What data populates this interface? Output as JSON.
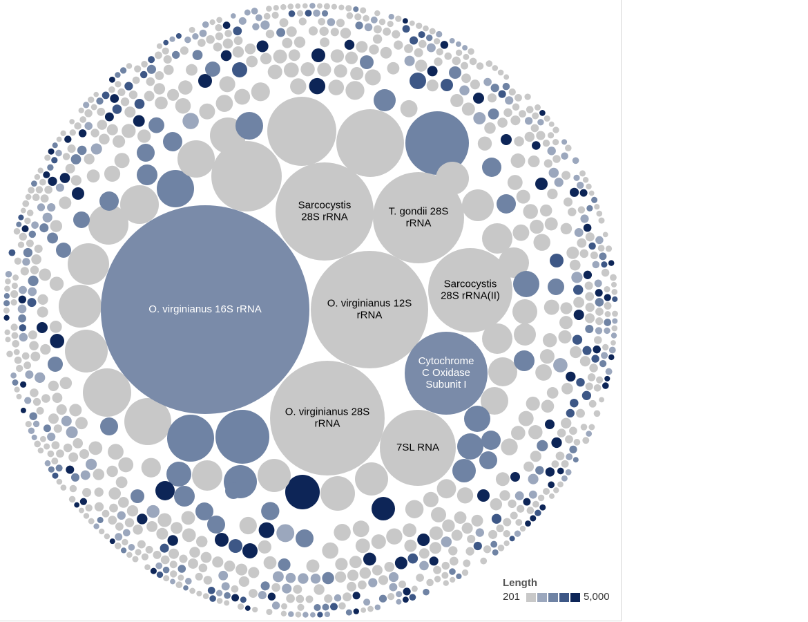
{
  "chart_data": {
    "type": "bubble",
    "legend": {
      "title": "Length",
      "min_label": "201",
      "max_label": "5,000",
      "placement": "bottom-right",
      "swatch_colors": [
        "#c8c8c8",
        "#9ba7bd",
        "#6f83a4",
        "#3d5786",
        "#0d2557"
      ]
    },
    "labeled_bubbles": [
      {
        "name": "O. virginianus 16S rRNA",
        "lines": [
          "O. virginianus 16S rRNA"
        ],
        "color": "#7a8ba9",
        "text_color": "#ffffff"
      },
      {
        "name": "O. virginianus 12S rRNA",
        "lines": [
          "O. virginianus 12S",
          "rRNA"
        ],
        "color": "#c8c8c8",
        "text_color": "#000000"
      },
      {
        "name": "O. virginianus 28S rRNA",
        "lines": [
          "O. virginianus 28S",
          "rRNA"
        ],
        "color": "#c8c8c8",
        "text_color": "#000000"
      },
      {
        "name": "Sarcocystis 28S rRNA",
        "lines": [
          "Sarcocystis",
          "28S rRNA"
        ],
        "color": "#c8c8c8",
        "text_color": "#000000"
      },
      {
        "name": "T. gondii 28S rRNA",
        "lines": [
          "T. gondii 28S",
          "rRNA"
        ],
        "color": "#c8c8c8",
        "text_color": "#000000"
      },
      {
        "name": "Sarcocystis 28S rRNA(II)",
        "lines": [
          "Sarcocystis",
          "28S rRNA(II)"
        ],
        "color": "#c8c8c8",
        "text_color": "#000000"
      },
      {
        "name": "Cytochrome C Oxidase Subunit I",
        "lines": [
          "Cytochrome",
          "C Oxidase",
          "Subunit I"
        ],
        "color": "#7a8ba9",
        "text_color": "#ffffff"
      },
      {
        "name": "7SL RNA",
        "lines": [
          "7SL RNA"
        ],
        "color": "#c8c8c8",
        "text_color": "#000000"
      }
    ]
  }
}
